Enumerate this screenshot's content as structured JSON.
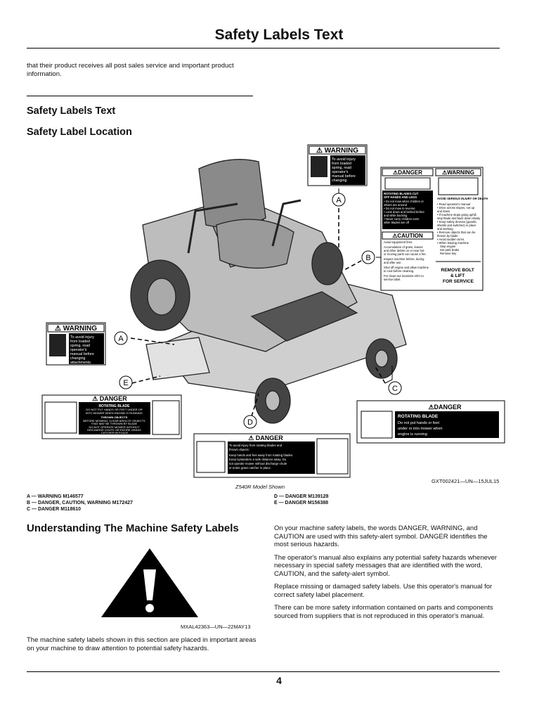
{
  "header": {
    "title": "Safety Labels Text"
  },
  "intro": "that their product receives all post sales service and important product information.",
  "sections": {
    "labels_text": "Safety Labels Text",
    "label_location": "Safety Label Location",
    "understanding": "Understanding The Machine Safety Labels"
  },
  "figure": {
    "caption": "Z540R Model Shown",
    "code": "GXT002421—UN—15JUL15",
    "callouts": [
      "A",
      "A",
      "B",
      "C",
      "D",
      "E"
    ],
    "labels": {
      "warning_word": "WARNING",
      "danger_word": "DANGER",
      "caution_word": "CAUTION",
      "warning_text": [
        "To avoid injury",
        "from loaded",
        "spring, read",
        "operator's",
        "manual before",
        "changing",
        "attachments."
      ],
      "danger_b": [
        "ROTATING BLADES CUT",
        "OFF HANDS AND LEGS",
        "• Do not mow when children or",
        "others are around",
        "• Do not mow in reverse",
        "• Look down and behind before",
        "and while backing",
        "• Never carry children even",
        "while blades are off"
      ],
      "caution_b": [
        "Avoid equipment fires.",
        "Accumulation of grass, leaves",
        "and other debris on or near hot",
        "or moving parts can cause a fire.",
        "Inspect machine before, during",
        "and after use.",
        "Shut off engine and allow machine",
        "to cool before cleaning.",
        "For clean-out locations refer to",
        "service label."
      ],
      "warning_b": [
        "AVOID SERIOUS INJURY OR DEATH",
        "• Read operator's manual",
        "• Drive across slopes, not up",
        "and down",
        "• If machine stops going uphill,",
        "stop blade and back down slowly",
        "• Keep safety devices (guards,",
        "shields and switches) in place",
        "and working",
        "• Remove objects that can be",
        "thrown by blade",
        "• Avoid sudden turns",
        "• When leaving machine",
        "Stop engine",
        "Set park brake",
        "Remove key"
      ],
      "remove_bolt": [
        "REMOVE BOLT",
        "& LIFT",
        "FOR SERVICE"
      ],
      "danger_c": [
        "ROTATING BLADE",
        "Do not put hands or feet",
        "under or into mower when",
        "engine is running"
      ],
      "danger_d": [
        "To avoid injury from rotating blades and",
        "thrown objects:",
        "Keep hands and feet away from rotating blades.",
        "Keep bystanders a safe distance away. Do",
        "not operate mower without discharge chute",
        "or entire grass catcher in place."
      ],
      "danger_e": [
        "ROTATING BLADE",
        "DO NOT PUT HANDS OR FEET UNDER OR",
        "INTO MOWER WHEN ENGINE IS RUNNING",
        "THROWN OBJECTS",
        "BEFORE MOWING, CLEAR AREA OF OBJECTS",
        "THAT MAY BE THROWN BY BLADE",
        "DO NOT OPERATE MOWER WITHOUT",
        "DISCHARGE CHUTE OR ENTIRE GRASS",
        "CATCHER IN PLACE"
      ]
    }
  },
  "legend": {
    "left": [
      "A — WARNING M146577",
      "B — DANGER, CAUTION, WARNING M172427",
      "C — DANGER M118610"
    ],
    "right": [
      "D — DANGER M139128",
      "E — DANGER M156388"
    ]
  },
  "alert_code": "MXAL42363—UN—22MAY13",
  "body_left": "The machine safety labels shown in this section are placed in important areas on your machine to draw attention to potential safety hazards.",
  "body_right": [
    "On your machine safety labels, the words DANGER, WARNING, and CAUTION are used with this safety-alert symbol. DANGER identifies the most serious hazards.",
    "The operator's manual also explains any potential safety hazards whenever necessary in special safety messages that are identified with the word, CAUTION, and the safety-alert symbol.",
    "Replace missing or damaged safety labels. Use this operator's manual for correct safety label placement.",
    "There can be more safety information contained on parts and components sourced from suppliers that is not reproduced in this operator's manual."
  ],
  "footer": {
    "page_number": "4"
  }
}
